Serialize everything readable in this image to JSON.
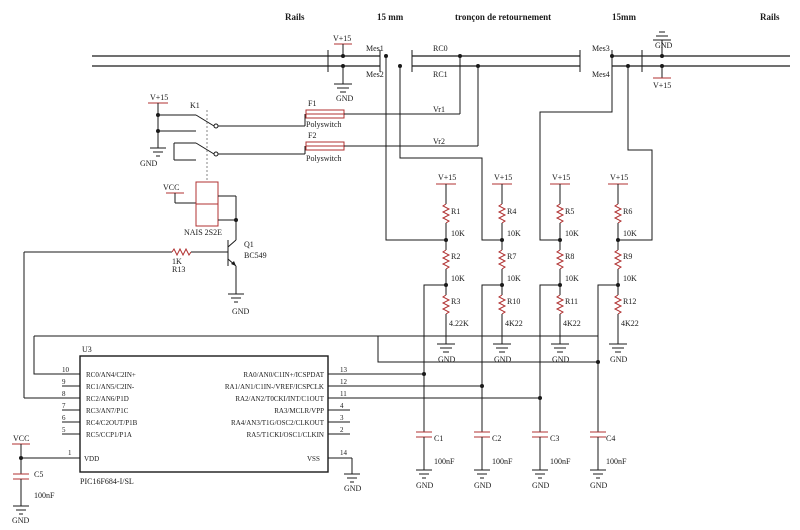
{
  "header": {
    "rails_left": "Rails",
    "dist_left": "15 mm",
    "section": "tronçon de retournement",
    "dist_right": "15mm",
    "rails_right": "Rails"
  },
  "supply": {
    "vplus15": "V+15",
    "gnd": "GND",
    "vcc": "VCC"
  },
  "nets": {
    "mes1": "Mes1",
    "mes2": "Mes2",
    "mes3": "Mes3",
    "mes4": "Mes4",
    "rc0": "RC0",
    "rc1": "RC1",
    "vr1": "Vr1",
    "vr2": "Vr2"
  },
  "relay": {
    "ref": "K1",
    "part": "NAIS 2S2E"
  },
  "fuses": {
    "f1": {
      "ref": "F1",
      "part": "Polyswitch"
    },
    "f2": {
      "ref": "F2",
      "part": "Polyswitch"
    }
  },
  "transistor": {
    "ref": "Q1",
    "part": "BC549"
  },
  "r13": {
    "value": "1K",
    "ref": "R13"
  },
  "resistors": [
    {
      "ref": "R1",
      "value": "10K"
    },
    {
      "ref": "R2",
      "value": "10K"
    },
    {
      "ref": "R3",
      "value": "4.22K"
    },
    {
      "ref": "R4",
      "value": "10K"
    },
    {
      "ref": "R7",
      "value": "10K"
    },
    {
      "ref": "R10",
      "value": "4K22"
    },
    {
      "ref": "R5",
      "value": "10K"
    },
    {
      "ref": "R8",
      "value": "10K"
    },
    {
      "ref": "R11",
      "value": "4K22"
    },
    {
      "ref": "R6",
      "value": "10K"
    },
    {
      "ref": "R9",
      "value": "10K"
    },
    {
      "ref": "R12",
      "value": "4K22"
    }
  ],
  "capacitors": [
    {
      "ref": "C1",
      "value": "100nF"
    },
    {
      "ref": "C2",
      "value": "100nF"
    },
    {
      "ref": "C3",
      "value": "100nF"
    },
    {
      "ref": "C4",
      "value": "100nF"
    },
    {
      "ref": "C5",
      "value": "100nF"
    }
  ],
  "mcu": {
    "ref": "U3",
    "part": "PIC16F684-I/SL",
    "left_pins": [
      {
        "num": "10",
        "name": "RC0/AN4/C2IN+"
      },
      {
        "num": "9",
        "name": "RC1/AN5/C2IN-"
      },
      {
        "num": "8",
        "name": "RC2/AN6/P1D"
      },
      {
        "num": "7",
        "name": "RC3/AN7/P1C"
      },
      {
        "num": "6",
        "name": "RC4/C2OUT/P1B"
      },
      {
        "num": "5",
        "name": "RC5/CCP1/P1A"
      }
    ],
    "right_pins": [
      {
        "num": "13",
        "name": "RA0/AN0/C1IN+/ICSPDAT"
      },
      {
        "num": "12",
        "name": "RA1/AN1/C1IN-/VREF/ICSPCLK"
      },
      {
        "num": "11",
        "name": "RA2/AN2/T0CKI/INT/C1OUT"
      },
      {
        "num": "4",
        "name": "RA3/MCLR/VPP"
      },
      {
        "num": "3",
        "name": "RA4/AN3/T1G/OSC2/CLKOUT"
      },
      {
        "num": "2",
        "name": "RA5/T1CKI/OSC1/CLKIN"
      }
    ],
    "vdd": {
      "num": "1",
      "name": "VDD"
    },
    "vss": {
      "num": "14",
      "name": "VSS"
    }
  }
}
